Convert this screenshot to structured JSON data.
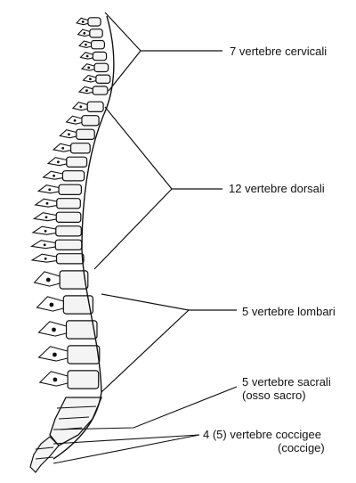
{
  "labels": {
    "cervical": "7 vertebre cervicali",
    "thoracic": "12 vertebre dorsali",
    "lumbar": "5 vertebre lombari",
    "sacral_line1": "5 vertebre sacrali",
    "sacral_line2": "(osso sacro)",
    "coccygeal_line1": "4 (5) vertebre coccigee",
    "coccygeal_line2": "(coccige)"
  },
  "colors": {
    "ink": "#111111",
    "background": "#ffffff",
    "bone_fill": "#f4f4f4"
  }
}
